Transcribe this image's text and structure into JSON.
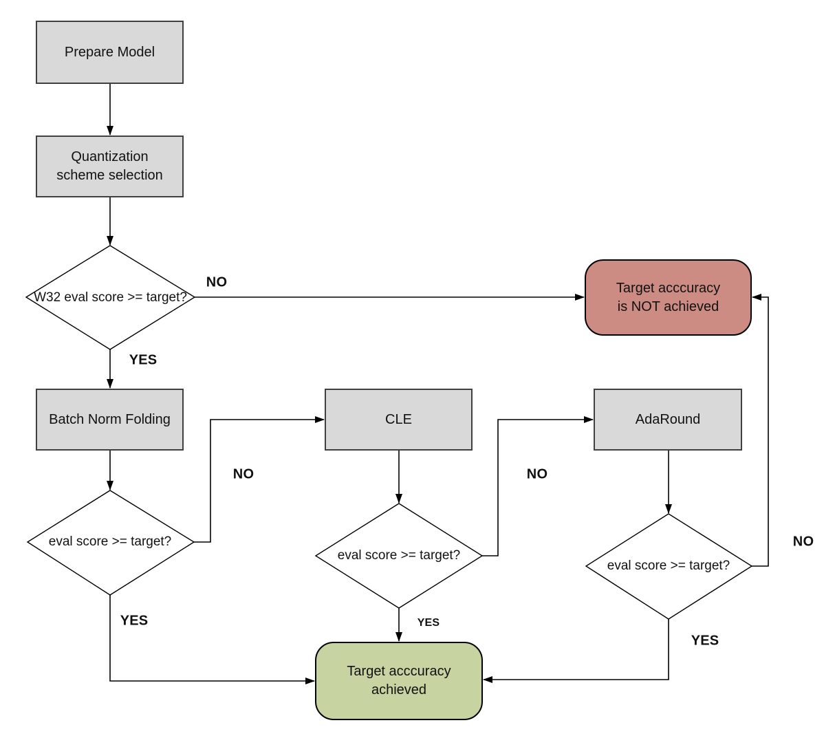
{
  "diagram": {
    "nodes": {
      "prepare_model": {
        "label": "Prepare Model",
        "type": "process"
      },
      "quantization_scheme": {
        "label": "Quantization\nscheme selection",
        "type": "process"
      },
      "w32_check": {
        "label": "W32 eval score >= target?",
        "type": "decision"
      },
      "target_not_achieved": {
        "label": "Target acccuracy\nis NOT achieved",
        "type": "terminator"
      },
      "batch_norm_folding": {
        "label": "Batch Norm Folding",
        "type": "process"
      },
      "bnf_check": {
        "label": "eval score >= target?",
        "type": "decision"
      },
      "cle": {
        "label": "CLE",
        "type": "process"
      },
      "cle_check": {
        "label": "eval score >= target?",
        "type": "decision"
      },
      "adaround": {
        "label": "AdaRound",
        "type": "process"
      },
      "adaround_check": {
        "label": "eval score >= target?",
        "type": "decision"
      },
      "target_achieved": {
        "label": "Target acccuracy\nachieved",
        "type": "terminator"
      }
    },
    "edge_labels": {
      "w32_no": "NO",
      "w32_yes": "YES",
      "bnf_no": "NO",
      "bnf_yes": "YES",
      "cle_no": "NO",
      "cle_yes": "YES",
      "adaround_no": "NO",
      "adaround_yes": "YES"
    },
    "colors": {
      "process_fill": "#d9d9d9",
      "process_border": "#404040",
      "fail_fill": "#cc8c84",
      "success_fill": "#c7d3a0",
      "shape_border": "#000000",
      "stroke": "#000000",
      "text": "#111111"
    }
  }
}
